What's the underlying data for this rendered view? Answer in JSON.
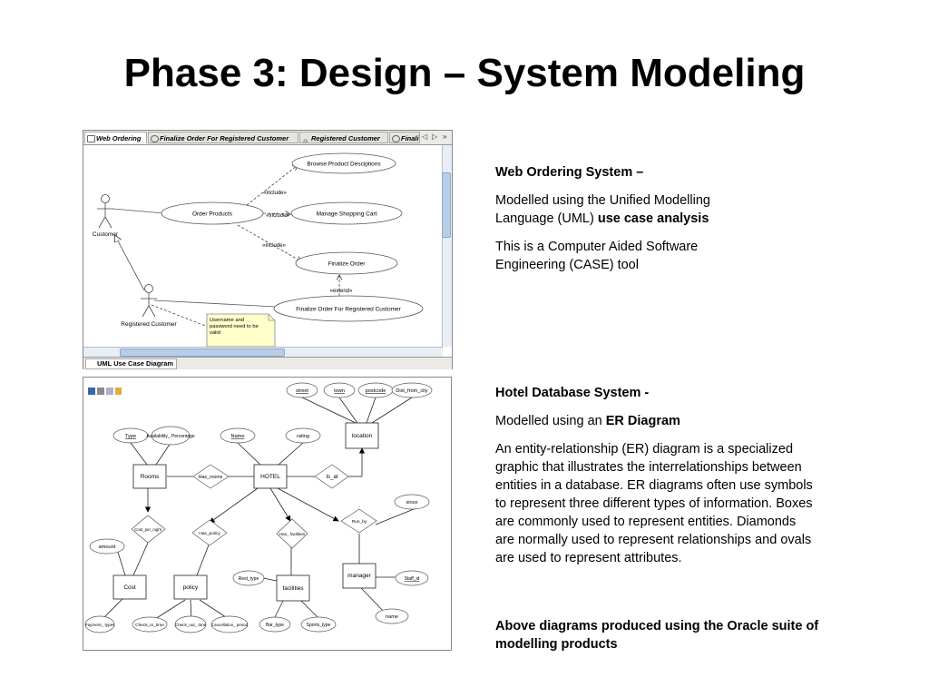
{
  "slide": {
    "title": "Phase 3: Design – System Modeling"
  },
  "uml_window": {
    "tabs": [
      "Web Ordering",
      "Finalize Order For Registered Customer",
      "Registered Customer",
      "Finali"
    ],
    "bottom_tab": "UML Use Case Diagram",
    "actors": [
      "Customer",
      "Registered Customer"
    ],
    "use_cases": [
      "Browse Product Desciptions",
      "Order Products",
      "Manage Shopping Cart",
      "Finalize Order",
      "Finalize Order For Registered Customer"
    ],
    "relations": [
      "«include»",
      "«include»",
      "«include»",
      "«extend»"
    ],
    "note": [
      "Username and",
      "password need to be",
      "valid"
    ]
  },
  "er_window": {
    "entities": [
      "Rooms",
      "HOTEL",
      "location",
      "Cost",
      "policy",
      "facilities",
      "manager"
    ],
    "relationships": [
      "Has_rooms",
      "Is_at",
      "Cost_per_night",
      "Has_policy",
      "Has_ facilities",
      "Run_by"
    ],
    "attributes": [
      "street",
      "town",
      "postcode",
      "Dist_from_city",
      "Type",
      "Availability_ Percentage",
      "Name",
      "rating",
      "amount",
      "since",
      "Rest_type",
      "Staff_id",
      "name",
      "Payment_ types",
      "Check_in_time",
      "Check_out_ time",
      "Cancellation_ period",
      "Bar_type",
      "Sports_type"
    ]
  },
  "text": {
    "web_heading": "Web Ordering System –",
    "web_p1_a": "Modelled using the Unified Modelling",
    "web_p1_b": "Language (UML) ",
    "web_p1_bold": "use case analysis",
    "web_p2_a": "This is a Computer Aided Software",
    "web_p2_b": "Engineering (CASE) tool",
    "hotel_heading": "Hotel Database System -",
    "hotel_p1": "Modelled using an ",
    "hotel_p1_bold": "ER Diagram",
    "hotel_p2_lines": [
      "An entity-relationship (ER) diagram is a specialized",
      "graphic that illustrates the interrelationships between",
      "entities in a database. ER diagrams often use symbols",
      "to represent three different types of information. Boxes",
      "are commonly used to represent entities. Diamonds",
      "are normally used to represent relationships and ovals",
      "are used to represent attributes."
    ],
    "footer_a": "Above diagrams produced using the Oracle suite of",
    "footer_b": "modelling products"
  }
}
